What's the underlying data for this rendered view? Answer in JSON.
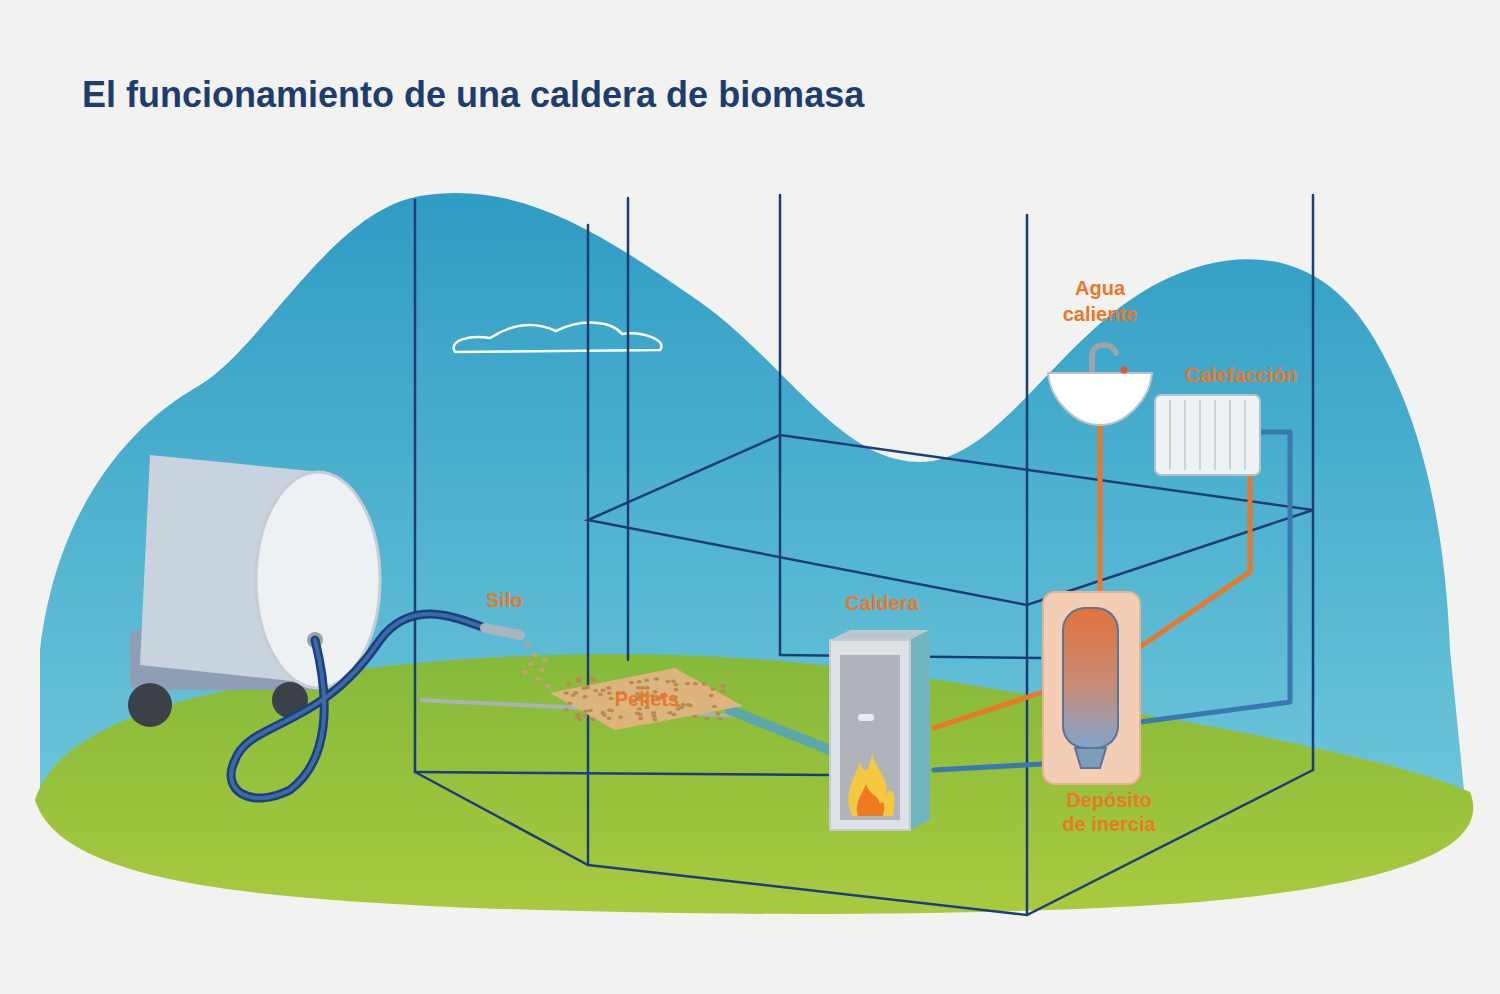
{
  "diagram": {
    "title": "El funcionamiento de una caldera de biomasa",
    "nodes": [
      {
        "text": [
          "Pellets"
        ]
      },
      {
        "text": [
          "Caldera"
        ]
      },
      {
        "text": [
          "Depósito de inercia"
        ]
      },
      {
        "text": [
          "Agua caliente"
        ]
      },
      {
        "text": [
          "Calefacción"
        ]
      }
    ],
    "edges": [
      {
        "from": 0,
        "to": 1,
        "arrow": "none"
      },
      {
        "from": 1,
        "to": 2,
        "arrow": "none"
      },
      {
        "from": 2,
        "to": 3,
        "arrow": "none"
      },
      {
        "from": 2,
        "to": 4,
        "arrow": "none"
      }
    ],
    "labels": [
      "Silo"
    ]
  }
}
